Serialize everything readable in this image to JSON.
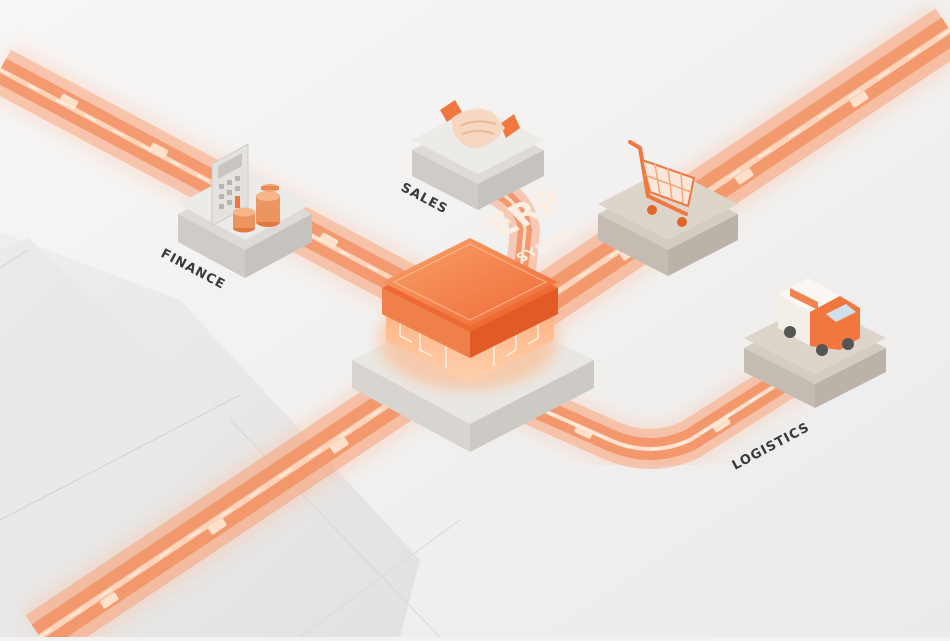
{
  "hub": {
    "title": "ERP",
    "subtitle": "SYSTEM"
  },
  "nodes": {
    "finance": {
      "label": "FINANCE",
      "icon": "calculator-coins-icon"
    },
    "sales": {
      "label": "SALES",
      "icon": "handshake-icon"
    },
    "shopping": {
      "label": "",
      "icon": "shopping-cart-icon"
    },
    "logistics": {
      "label": "LOGISTICS",
      "icon": "delivery-truck-icon"
    }
  },
  "colors": {
    "accent": "#f2773f",
    "accent_light": "#f9a477",
    "accent_glow": "#ffc9a3",
    "platform_light": "#ecebe8",
    "platform_warm": "#ddd4ca",
    "ink": "#3a3a3a",
    "background": "#f3f2f1"
  }
}
